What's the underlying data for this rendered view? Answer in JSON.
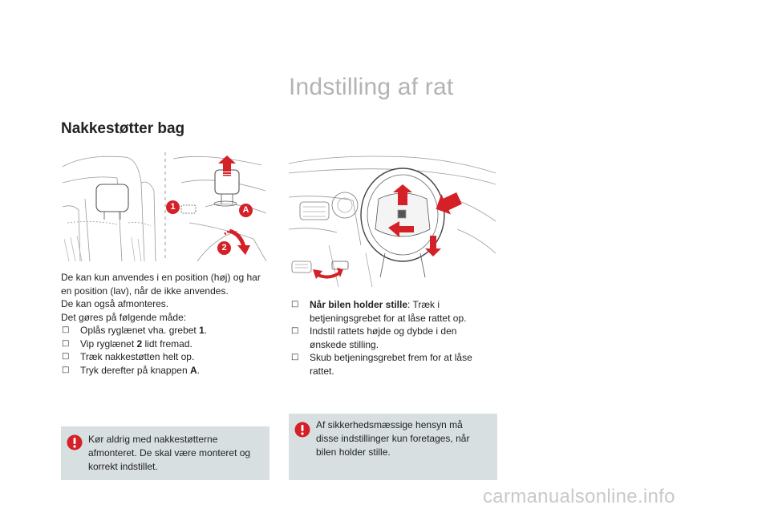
{
  "page": {
    "title": "Indstilling af rat",
    "watermark": "carmanualsonline.info"
  },
  "left": {
    "heading": "Nakkestøtter bag",
    "callouts": {
      "one": "1",
      "two": "2",
      "a": "A"
    },
    "intro_lines": [
      "De kan kun anvendes i en position (høj) og har en position (lav), når de ikke anvendes.",
      "De kan også afmonteres.",
      "Det gøres på følgende måde:"
    ],
    "steps": [
      {
        "before": "Oplås ryglænet vha. grebet ",
        "bold": "1",
        "after": "."
      },
      {
        "before": "Vip ryglænet ",
        "bold": "2",
        "after": " lidt fremad."
      },
      {
        "before": "Træk nakkestøtten helt op.",
        "bold": "",
        "after": ""
      },
      {
        "before": "Tryk derefter på knappen ",
        "bold": "A",
        "after": "."
      }
    ],
    "warning": "Kør aldrig med nakkestøtterne afmonteret. De skal være monteret og korrekt indstillet."
  },
  "right": {
    "steps": [
      {
        "bold": "Når bilen holder stille",
        "after": ": Træk i betjeningsgrebet for at låse rattet op."
      },
      {
        "bold": "",
        "after": "Indstil rattets højde og dybde i den ønskede stilling."
      },
      {
        "bold": "",
        "after": "Skub betjeningsgrebet frem for at låse rattet."
      }
    ],
    "warning": "Af sikkerhedsmæssige hensyn må disse indstillinger kun foretages, når bilen holder stille."
  },
  "icons": {
    "checkbox": "checkbox-icon",
    "warning": "warning-icon",
    "arrow_color": "#d42027",
    "callout_color": "#d42027",
    "warning_box_bg": "#d8dfe0"
  }
}
